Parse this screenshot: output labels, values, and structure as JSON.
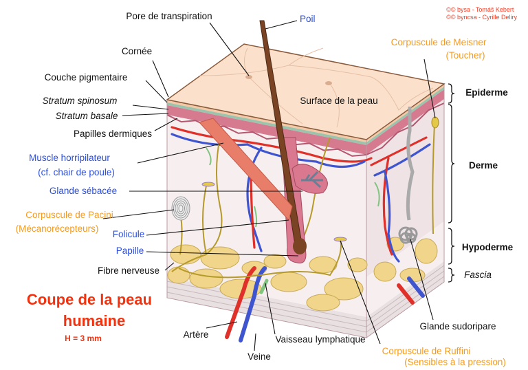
{
  "credits": [
    "©© bysa - Tomáš Kebert",
    "©© byncsa - Cyrille Deliry"
  ],
  "title": {
    "line1": "Coupe de la peau",
    "line2": "humaine",
    "scale": "H = 3 mm"
  },
  "labels": {
    "pore": "Pore de transpiration",
    "poil": "Poil",
    "cornee": "Cornée",
    "couche_pigmentaire": "Couche pigmentaire",
    "stratum_spinosum": "Stratum spinosum",
    "stratum_basale": "Stratum basale",
    "papilles": "Papilles dermiques",
    "muscle_1": "Muscle horripilateur",
    "muscle_2": "(cf. chair de poule)",
    "glande_sebacee": "Glande sébacée",
    "pacini_1": "Corpuscule de Pacini",
    "pacini_2": "(Mécanorécepteurs)",
    "folicule": "Folicule",
    "papille": "Papille",
    "fibre": "Fibre nerveuse",
    "artere": "Artère",
    "veine": "Veine",
    "lymph": "Vaisseau lymphatique",
    "ruffini_1": "Corpuscule de Ruffini",
    "ruffini_2": "(Sensibles à la pression)",
    "sudoripare": "Glande sudoripare",
    "meisner_1": "Corpuscule de Meisner",
    "meisner_2": "(Toucher)",
    "surface": "Surface de la peau"
  },
  "layers": {
    "epiderme": "Epiderme",
    "derme": "Derme",
    "hypoderme": "Hypoderme",
    "fascia": "Fascia"
  },
  "colors": {
    "label_blue": "#2a4de0",
    "label_orange": "#f59a1e",
    "title_red": "#f2320f",
    "artery": "#e0302a",
    "vein": "#3f55d0",
    "nerve": "#b59a2a",
    "fat": "#f0d58a"
  }
}
